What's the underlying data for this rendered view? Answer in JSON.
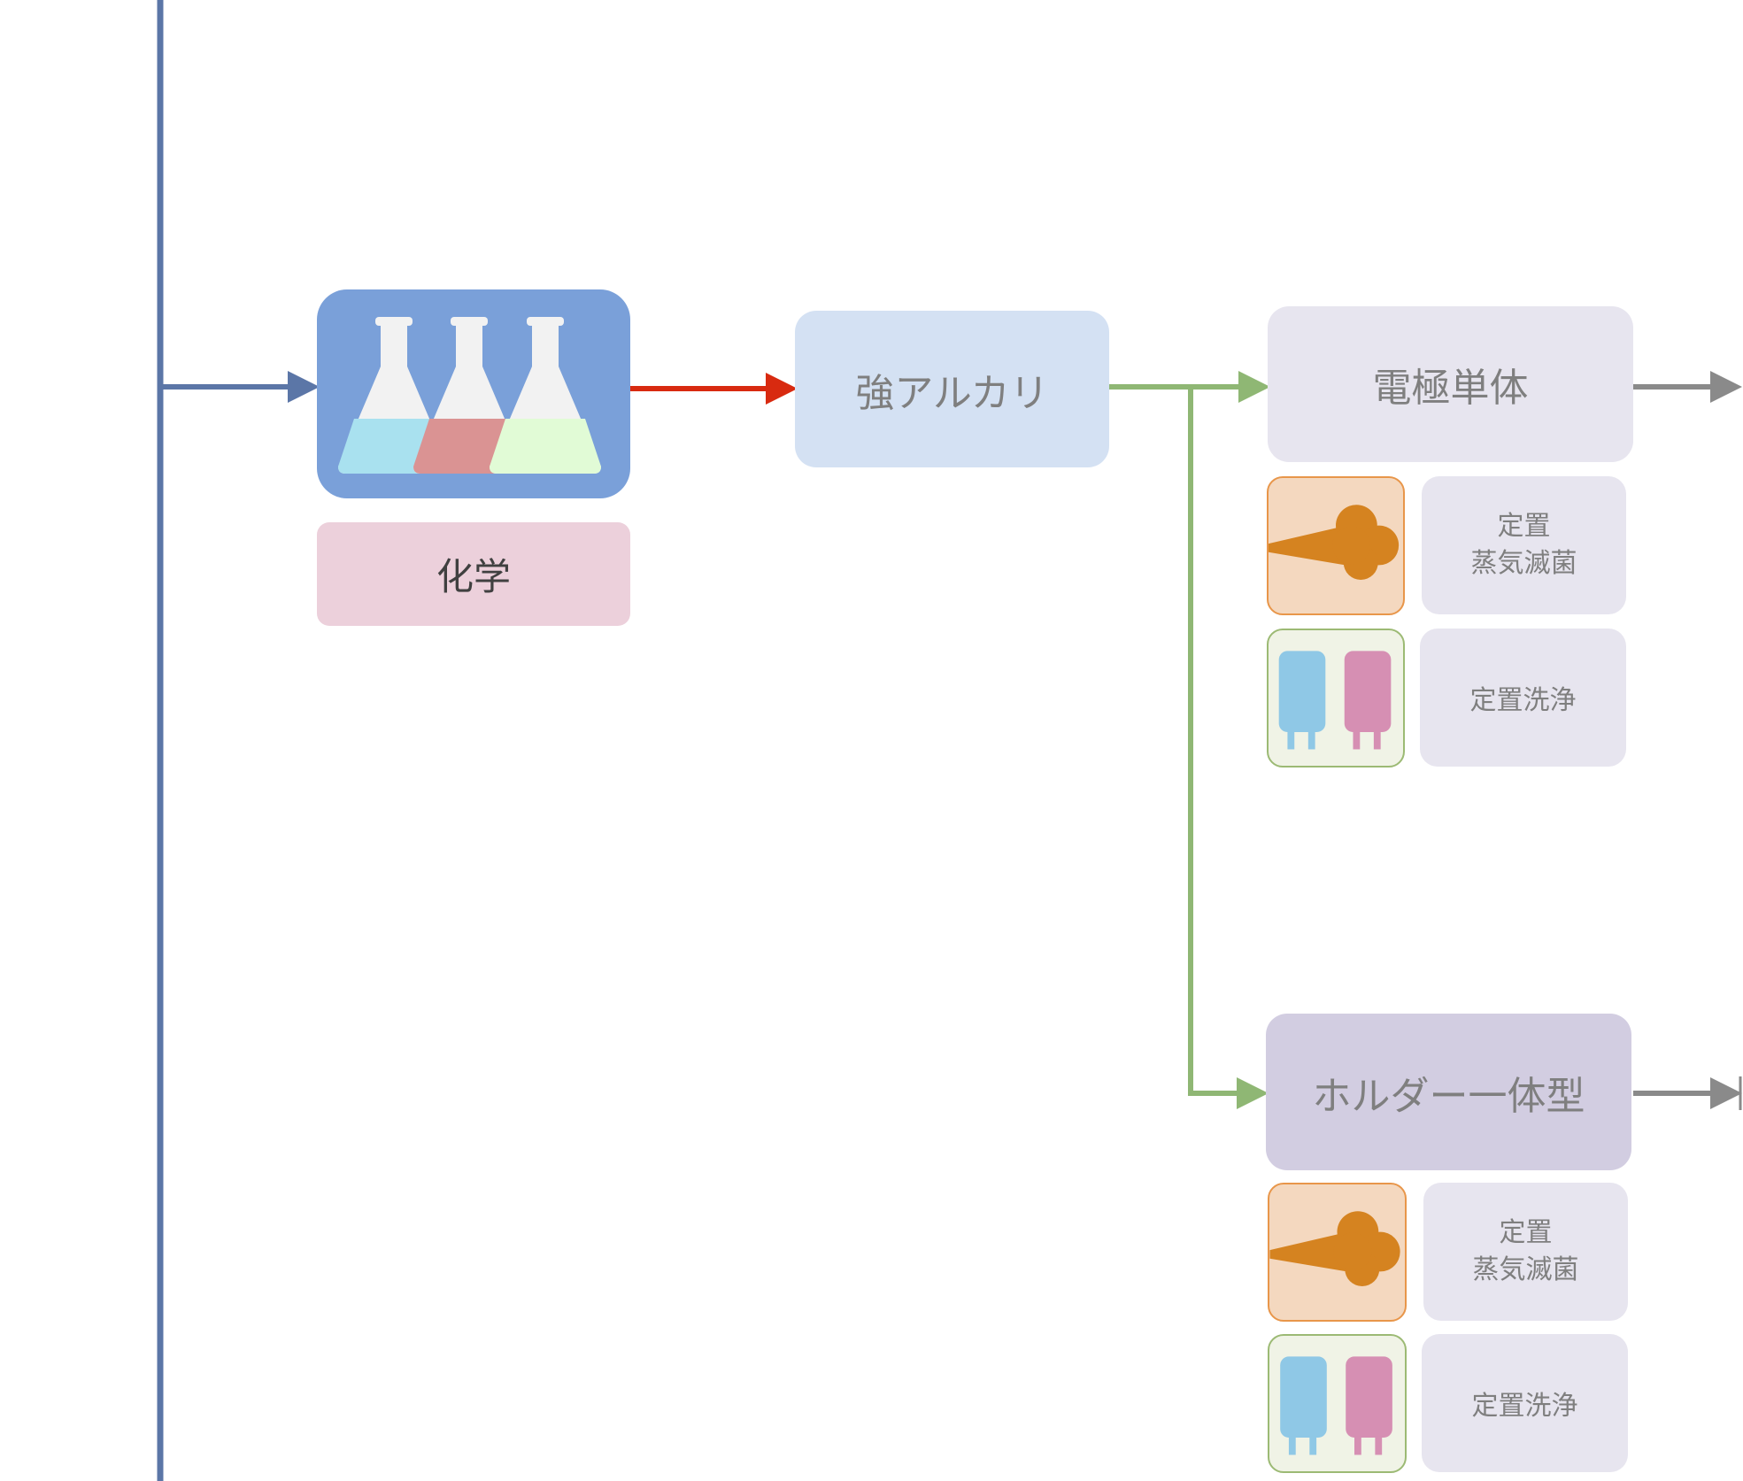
{
  "colors": {
    "trunk": "#5b76a7",
    "red_arrow": "#d82a10",
    "green_wire": "#8fb774",
    "gray_arrow": "#8a8a8a",
    "chem_icon_bg": "#7aa0d9",
    "chem_label_bg": "#ecd0db",
    "alkali_bg": "#d4e1f3",
    "electrode_bg": "#e7e5ef",
    "holder_bg": "#d2cde1",
    "sub_bg": "#e7e5ef",
    "steam_bg": "#f4d8bf",
    "steam_border": "#e8964a",
    "steam_fill": "#d58320",
    "cip_bg": "#f0f3e6",
    "cip_border": "#9cba74",
    "tank_blue": "#8fc8e6",
    "tank_pink": "#d68fb3",
    "flask_blue": "#a9e1ef",
    "flask_red": "#da9393",
    "flask_green": "#e1fbd6"
  },
  "icons": {
    "chemistry": "flasks-icon",
    "steam": "steam-sterilization-icon",
    "cip": "cip-tanks-icon"
  },
  "nodes": {
    "chemistry_label": "化学",
    "strong_alkali": "強アルカリ",
    "electrode_only": "電極単体",
    "holder_integrated": "ホルダー一体型"
  },
  "electrode_options": {
    "steam_line1": "定置",
    "steam_line2": "蒸気滅菌",
    "cip": "定置洗浄"
  },
  "holder_options": {
    "steam_line1": "定置",
    "steam_line2": "蒸気滅菌",
    "cip": "定置洗浄"
  }
}
